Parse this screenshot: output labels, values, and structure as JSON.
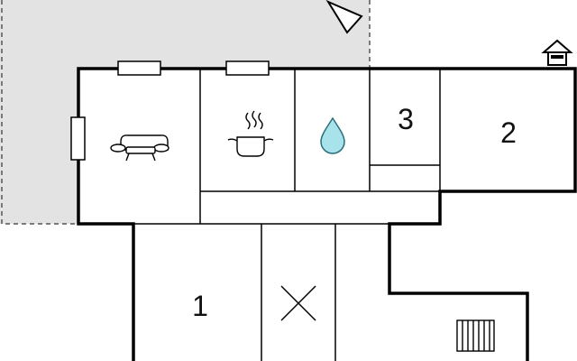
{
  "floorplan": {
    "rooms": [
      {
        "id": "living",
        "icon": "sofa-icon",
        "number": ""
      },
      {
        "id": "kitchen",
        "icon": "cooking-pot-icon",
        "number": ""
      },
      {
        "id": "bathroom",
        "icon": "water-drop-icon",
        "number": ""
      },
      {
        "id": "room-3",
        "icon": "",
        "number": "3"
      },
      {
        "id": "room-2",
        "icon": "",
        "number": "2"
      },
      {
        "id": "room-1",
        "icon": "",
        "number": "1"
      },
      {
        "id": "void",
        "icon": "x-cross-icon",
        "number": ""
      },
      {
        "id": "stairs",
        "icon": "stairs-icon",
        "number": ""
      }
    ],
    "markers": [
      "house-icon",
      "north-arrow-icon"
    ],
    "colors": {
      "wall": "#000000",
      "terrace": "#e3e3e3",
      "terrace_border": "#555555",
      "drop_fill": "#a8e2ea",
      "drop_stroke": "#2a6f7a"
    }
  }
}
